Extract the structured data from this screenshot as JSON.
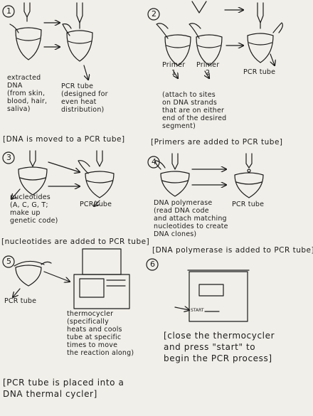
{
  "steps": [
    {
      "number": "1",
      "labels": {
        "extracted_dna": "extracted\nDNA\n(from skin,\nblood, hair,\nsaliva)",
        "pcr_tube": "PCR tube\n(designed for\neven heat\ndistribution)"
      },
      "caption": "[DNA is moved to a PCR tube]"
    },
    {
      "number": "2",
      "labels": {
        "primer_1": "Primer\n1",
        "primer_2": "Primer\n2",
        "pcr_tube": "PCR tube",
        "primer_note": "(attach to sites\non DNA strands\nthat are on either\nend of the desired\nsegment)"
      },
      "caption": "[Primers are added to PCR tube]"
    },
    {
      "number": "3",
      "labels": {
        "nucleotides": "nucleotides\n(A, C, G, T;\nmake up\ngenetic code)",
        "pcr_tube": "PCR tube"
      },
      "caption": "[nucleotides are added to PCR tube]"
    },
    {
      "number": "4",
      "labels": {
        "dna_polymerase": "DNA polymerase\n(read DNA code\nand attach matching\nnucleotides to create\nDNA clones)",
        "pcr_tube": "PCR tube"
      },
      "caption": "[DNA polymerase is added to PCR tube]"
    },
    {
      "number": "5",
      "labels": {
        "pcr_tube": "PCR tube",
        "thermocycler": "thermocycler\n(specifically\nheats and cools\ntube at specific\ntimes to move\nthe reaction along)"
      },
      "caption": "[PCR tube is placed into a\nDNA thermal cycler]"
    },
    {
      "number": "6",
      "labels": {
        "start_button": "START"
      },
      "caption": "[close the thermocycler\nand press \"start\" to\nbegin the PCR process]"
    }
  ]
}
